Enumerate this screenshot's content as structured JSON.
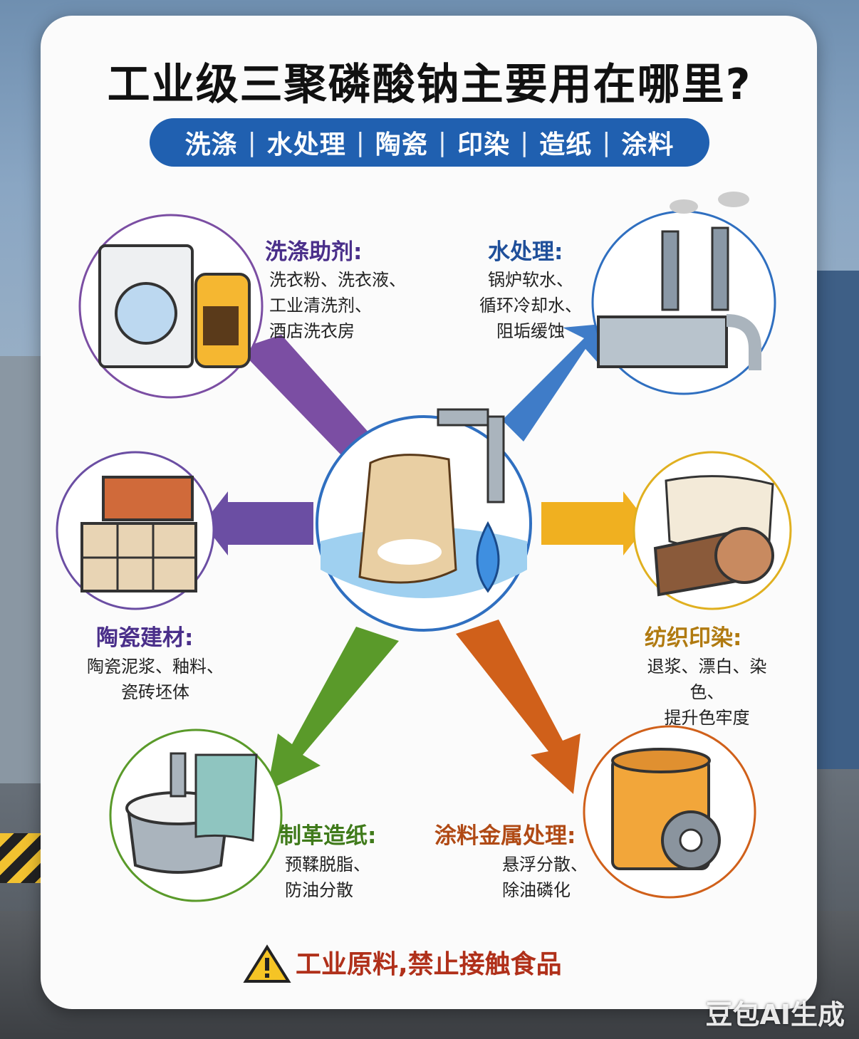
{
  "title": "工业级三聚磷酸钠主要用在哪里?",
  "tags": [
    "洗涤",
    "水处理",
    "陶瓷",
    "印染",
    "造纸",
    "涂料"
  ],
  "sections": {
    "detergent": {
      "label": "洗涤助剂:",
      "desc": [
        "洗衣粉、洗衣液、",
        "工业清洗剂、",
        "酒店洗衣房"
      ]
    },
    "water": {
      "label": "水处理:",
      "desc": [
        "锅炉软水、",
        "循环冷却水、",
        "阻垢缓蚀"
      ]
    },
    "ceramic": {
      "label": "陶瓷建材:",
      "desc": [
        "陶瓷泥浆、釉料、",
        "瓷砖坯体"
      ]
    },
    "textile": {
      "label": "纺织印染:",
      "desc": [
        "退浆、漂白、染色、",
        "提升色牢度"
      ]
    },
    "paper": {
      "label": "制革造纸:",
      "desc": [
        "预鞣脱脂、",
        "防油分散"
      ]
    },
    "coating": {
      "label": "涂料金属处理:",
      "desc": [
        "悬浮分散、",
        "除油磷化"
      ]
    }
  },
  "warning": "工业原料,禁止接触食品",
  "watermark": "豆包AI生成",
  "colors": {
    "detergent": "#7b4ea3",
    "water": "#2f6fc0",
    "ceramic": "#6b4ea3",
    "textile": "#c48a10",
    "paper": "#5a9a2a",
    "coating": "#c0551a",
    "pill": "#2060b0"
  }
}
